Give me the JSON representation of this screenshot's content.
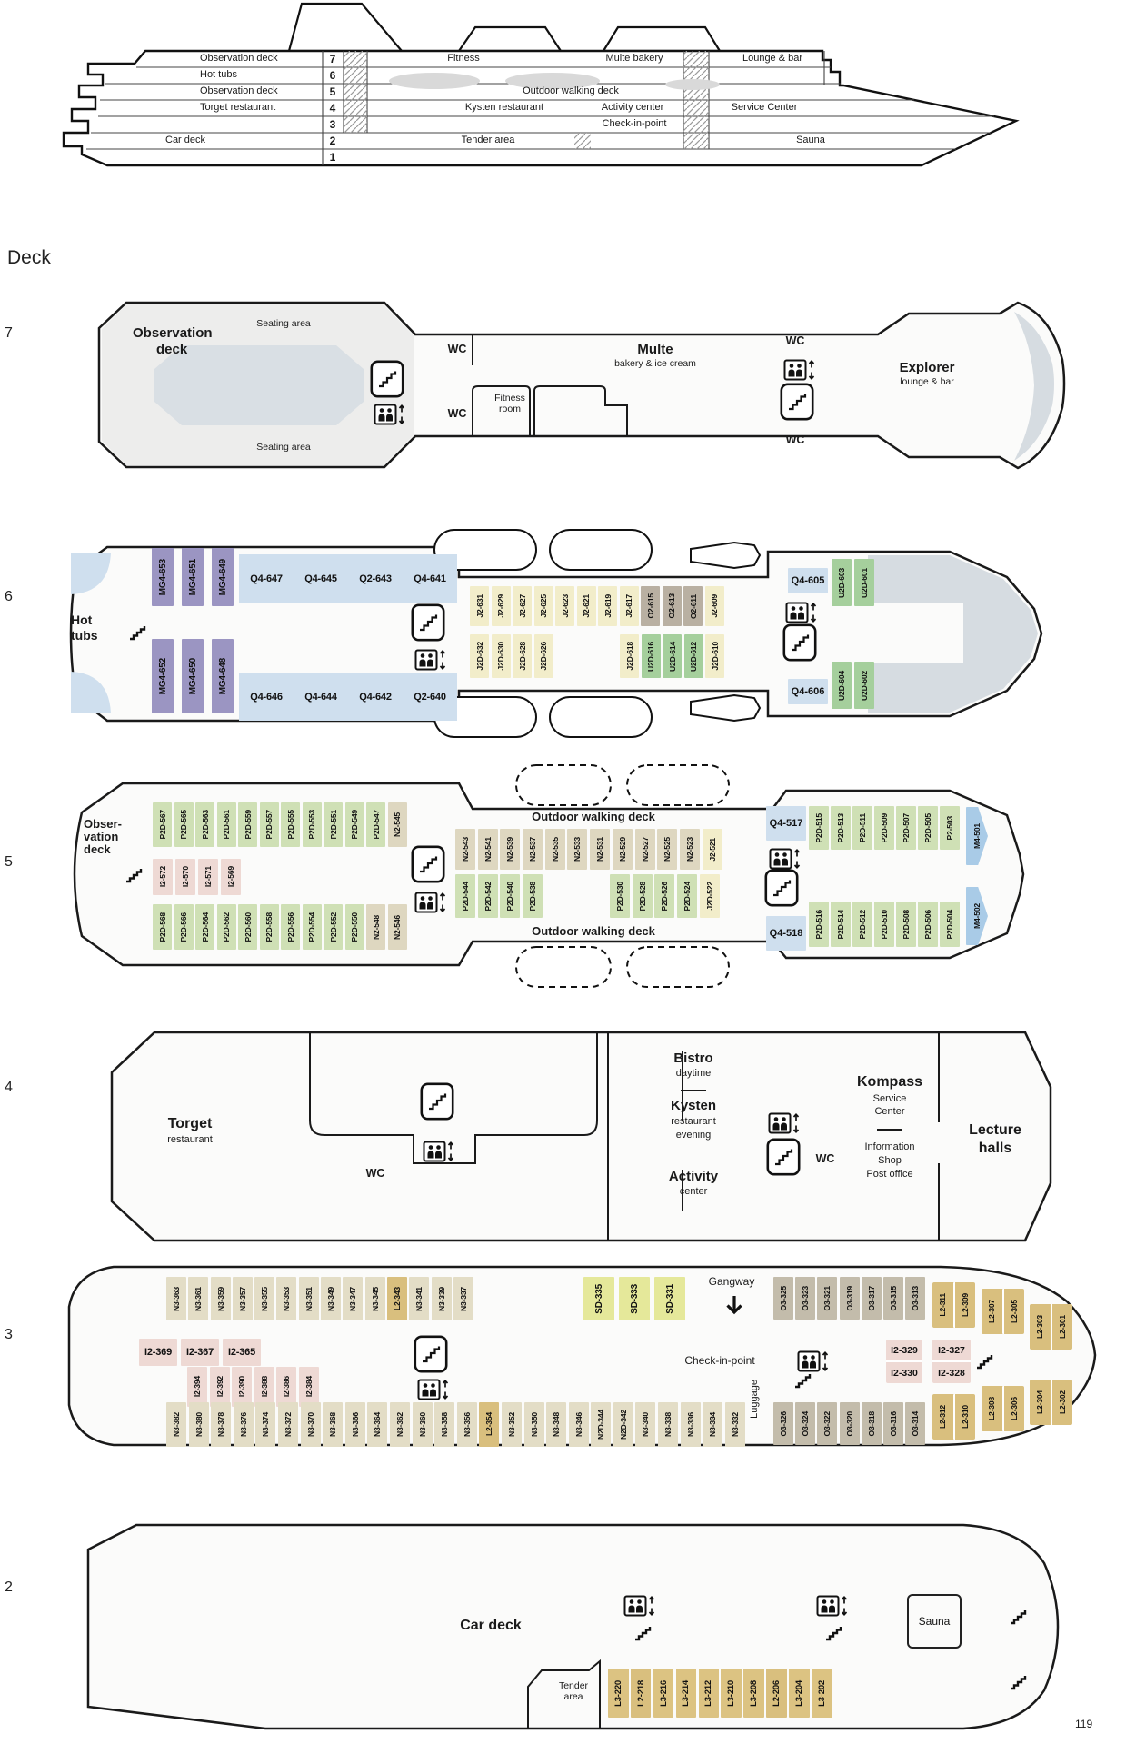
{
  "page_number": "119",
  "axis": {
    "title": "Deck",
    "numbers": [
      "7",
      "6",
      "5",
      "4",
      "3",
      "2"
    ]
  },
  "common": {
    "wc": "WC",
    "seating": "Seating area",
    "walking": "Outdoor walking deck"
  },
  "cabin_colors": {
    "MG4": "#9b95c2",
    "Q4": "#cfdfee",
    "Q2": "#cfdfee",
    "M4": "#a9cbe7",
    "J2": "#f2edca",
    "J2D": "#f2edca",
    "O2": "#b9b0a2",
    "U2D": "#a5cf9c",
    "P2D": "#cfe0b5",
    "P2": "#cfe0b5",
    "N2": "#ded7c0",
    "N3": "#e3ddc6",
    "N2D": "#e3ddc6",
    "I2": "#eed9d4",
    "L2": "#d9bf7e",
    "L3": "#dcc382",
    "SD": "#e5e89a",
    "O3": "#c3bcab"
  },
  "profile": {
    "rows": [
      {
        "label": "Observation deck",
        "num": "7"
      },
      {
        "label": "Hot tubs",
        "num": "6"
      },
      {
        "label": "Observation deck",
        "num": "5"
      },
      {
        "label": "Torget restaurant",
        "num": "4"
      },
      {
        "label": "",
        "num": "3"
      },
      {
        "label": "Car deck",
        "num": "2"
      },
      {
        "label": "",
        "num": "1"
      }
    ],
    "cells": {
      "fitness": "Fitness",
      "multe": "Multe bakery",
      "lounge": "Lounge & bar",
      "walking": "Outdoor walking deck",
      "kysten": "Kysten restaurant",
      "activity": "Activity center",
      "service": "Service Center",
      "checkin": "Check-in-point",
      "tender": "Tender area",
      "sauna": "Sauna"
    }
  },
  "deck7": {
    "obs_lines": [
      "Observation",
      "deck"
    ],
    "fitness_lines": [
      "Fitness",
      "room"
    ],
    "multe_title": "Multe",
    "multe_sub": "bakery & ice cream",
    "explorer_title": "Explorer",
    "explorer_sub": "lounge & bar"
  },
  "deck6": {
    "hot_lines": [
      "Hot",
      "tubs"
    ],
    "purple_top": [
      "MG4-653",
      "MG4-651",
      "MG4-649"
    ],
    "purple_bottom": [
      "MG4-652",
      "MG4-650",
      "MG4-648"
    ],
    "band_top": [
      "Q4-647",
      "Q4-645",
      "Q2-643",
      "Q4-641"
    ],
    "band_bottom": [
      "Q4-646",
      "Q4-644",
      "Q4-642",
      "Q2-640"
    ],
    "mid_top": [
      "J2-631",
      "J2-629",
      "J2-627",
      "J2-625",
      "J2-623",
      "J2-621",
      "J2-619",
      "J2-617",
      "O2-615",
      "O2-613",
      "O2-611",
      "J2-609"
    ],
    "mid_bottom_left": [
      "J2D-632",
      "J2D-630",
      "J2D-628",
      "J2D-626"
    ],
    "mid_bottom_right": [
      "J2D-618",
      "U2D-616",
      "U2D-614",
      "U2D-612",
      "J2D-610"
    ],
    "right_top_label": "Q4-605",
    "right_top": [
      "U2D-603",
      "U2D-601"
    ],
    "right_bottom_label": "Q4-606",
    "right_bottom": [
      "U2D-604",
      "U2D-602"
    ]
  },
  "deck5": {
    "obs_lines": [
      "Obser-",
      "vation",
      "deck"
    ],
    "top_left": [
      "P2D-567",
      "P2D-565",
      "P2D-563",
      "P2D-561",
      "P2D-559",
      "P2D-557",
      "P2D-555",
      "P2D-553",
      "P2D-551",
      "P2D-549",
      "P2D-547",
      "N2-545"
    ],
    "pink_row": [
      "I2-572",
      "I2-570",
      "I2-571",
      "I2-569"
    ],
    "bottom_left": [
      "P2D-568",
      "P2D-566",
      "P2D-564",
      "P2D-562",
      "P2D-560",
      "P2D-558",
      "P2D-556",
      "P2D-554",
      "P2D-552",
      "P2D-550",
      "N2-548",
      "N2-546"
    ],
    "mid_top": [
      "N2-543",
      "N2-541",
      "N2-539",
      "N2-537",
      "N2-535",
      "N2-533",
      "N2-531",
      "N2-529",
      "N2-527",
      "N2-525",
      "N2-523",
      "J2-521"
    ],
    "mid_bottom_left": [
      "P2D-544",
      "P2D-542",
      "P2D-540",
      "P2D-538"
    ],
    "mid_bottom_right": [
      "P2D-530",
      "P2D-528",
      "P2D-526",
      "P2D-524",
      "J2D-522"
    ],
    "right_top_label": "Q4-517",
    "right_top": [
      "P2D-515",
      "P2D-513",
      "P2D-511",
      "P2D-509",
      "P2D-507",
      "P2D-505",
      "P2-503"
    ],
    "m4_top": [
      "M4-501"
    ],
    "right_bottom_label": "Q4-518",
    "right_bottom": [
      "P2D-516",
      "P2D-514",
      "P2D-512",
      "P2D-510",
      "P2D-508",
      "P2D-506",
      "P2D-504"
    ],
    "m4_bottom": [
      "M4-502"
    ]
  },
  "deck4": {
    "torget": "Torget",
    "torget_sub": "restaurant",
    "bistro": "Bistro",
    "bistro_sub": "daytime",
    "kysten": "Kysten",
    "kysten_sub1": "restaurant",
    "kysten_sub2": "evening",
    "activity": "Activity",
    "activity_sub": "center",
    "kompass": "Kompass",
    "kompass_sub1": "Service",
    "kompass_sub2": "Center",
    "info1": "Information",
    "info2": "Shop",
    "info3": "Post office",
    "lecture1": "Lecture",
    "lecture2": "halls"
  },
  "deck3": {
    "top_row": [
      "N3-363",
      "N3-361",
      "N3-359",
      "N3-357",
      "N3-355",
      "N3-353",
      "N3-351",
      "N3-349",
      "N3-347",
      "N3-345",
      "L2-343",
      "N3-341",
      "N3-339",
      "N3-337"
    ],
    "sd_row": [
      "SD-335",
      "SD-333",
      "SD-331"
    ],
    "gangway": "Gangway",
    "checkin": "Check-in-point",
    "i_left": [
      "I2-369",
      "I2-367",
      "I2-365"
    ],
    "i_vert": [
      "I2-394",
      "I2-392",
      "I2-390",
      "I2-388",
      "I2-386",
      "I2-384"
    ],
    "bottom_row": [
      "N3-382",
      "N3-380",
      "N3-378",
      "N3-376",
      "N3-374",
      "N3-372",
      "N3-370",
      "N3-368",
      "N3-366",
      "N3-364",
      "N3-362",
      "N3-360",
      "N3-358",
      "N3-356",
      "L2-354",
      "N3-352",
      "N3-350",
      "N3-348",
      "N3-346",
      "N2D-344",
      "N2D-342",
      "N3-340",
      "N3-338",
      "N3-336",
      "N3-334",
      "N3-332"
    ],
    "luggage": "Luggage",
    "o3_top": [
      "O3-325",
      "O3-323",
      "O3-321",
      "O3-319",
      "O3-317",
      "O3-315",
      "O3-313"
    ],
    "o3_bottom": [
      "O3-326",
      "O3-324",
      "O3-322",
      "O3-320",
      "O3-318",
      "O3-316",
      "O3-314"
    ],
    "l2_top_pairs": [
      [
        "L2-311",
        "L2-309"
      ],
      [
        "L2-307",
        "L2-305"
      ],
      [
        "L2-303",
        "L2-301"
      ]
    ],
    "l2_bottom_pairs": [
      [
        "L2-312",
        "L2-310"
      ],
      [
        "L2-308",
        "L2-306"
      ],
      [
        "L2-304",
        "L2-302"
      ]
    ],
    "i_right_1": [
      "I2-329",
      "I2-330"
    ],
    "i_right_2": [
      "I2-327",
      "I2-328"
    ]
  },
  "deck2": {
    "car_deck": "Car deck",
    "tender_lines": [
      "Tender",
      "area"
    ],
    "sauna": "Sauna",
    "cabins": [
      "L3-220",
      "L2-218",
      "L3-216",
      "L3-214",
      "L3-212",
      "L3-210",
      "L3-208",
      "L2-206",
      "L3-204",
      "L3-202"
    ]
  }
}
